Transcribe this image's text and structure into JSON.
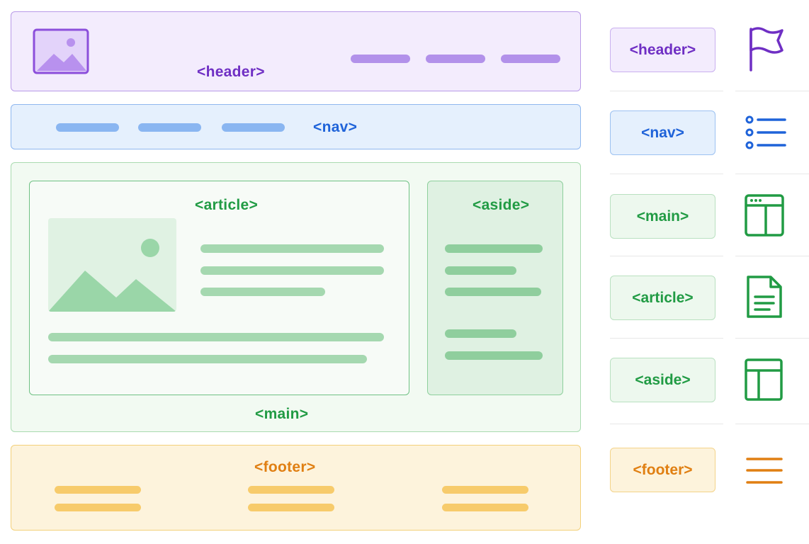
{
  "header": {
    "tag": "<header>"
  },
  "nav": {
    "tag": "<nav>"
  },
  "main": {
    "tag": "<main>"
  },
  "article": {
    "tag": "<article>"
  },
  "aside": {
    "tag": "<aside>"
  },
  "footer": {
    "tag": "<footer>"
  },
  "legend": [
    {
      "label": "<header>",
      "icon": "flag-icon",
      "color": "#6f2fc4"
    },
    {
      "label": "<nav>",
      "icon": "list-icon",
      "color": "#1f63d9"
    },
    {
      "label": "<main>",
      "icon": "browser-window-icon",
      "color": "#219b44"
    },
    {
      "label": "<article>",
      "icon": "document-icon",
      "color": "#219b44"
    },
    {
      "label": "<aside>",
      "icon": "sidebar-layout-icon",
      "color": "#219b44"
    },
    {
      "label": "<footer>",
      "icon": "menu-lines-icon",
      "color": "#e07f12"
    }
  ]
}
